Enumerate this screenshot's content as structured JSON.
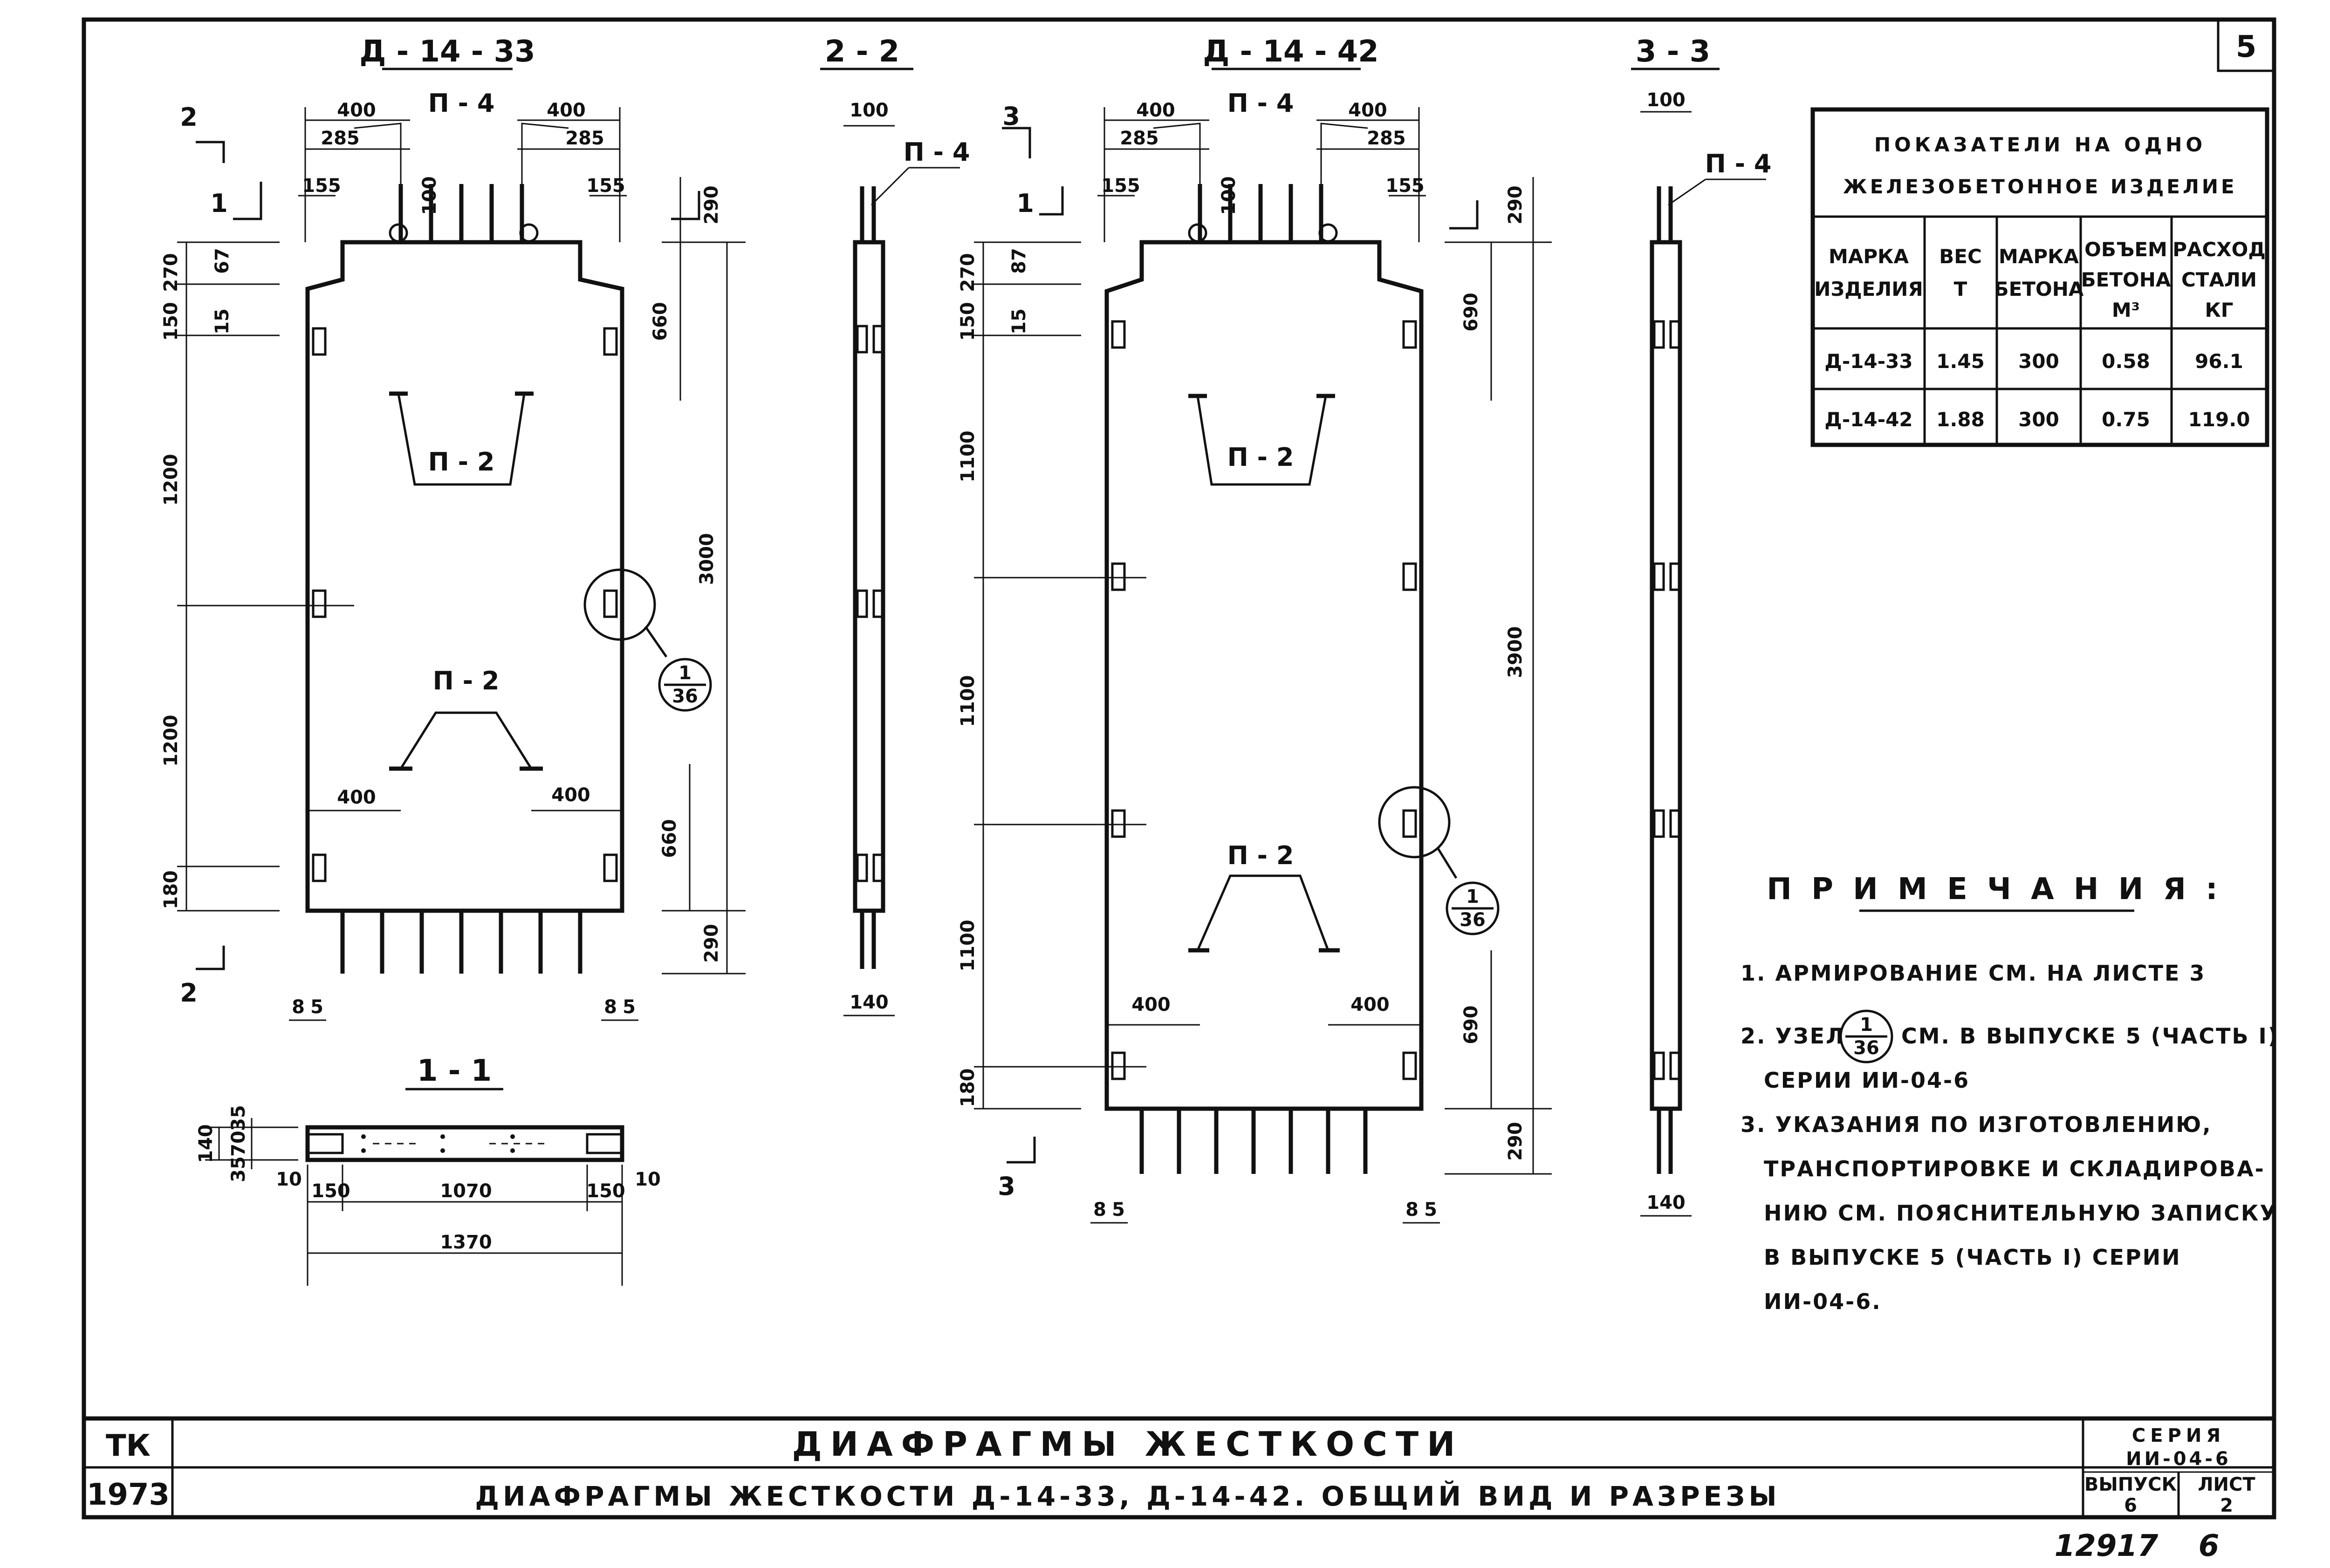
{
  "sheet": {
    "page_number": "5",
    "title_main": "ДИАФРАГМЫ ЖЕСТКОСТИ",
    "title_sub": "ДИАФРАГМЫ ЖЕСТКОСТИ Д-14-33, Д-14-42. ОБЩИЙ ВИД И РАЗРЕЗЫ",
    "org": "ТК",
    "year": "1973",
    "series_label": "СЕРИЯ",
    "series_value": "ИИ-04-6",
    "issue_label": "ВЫПУСК",
    "issue_value": "6",
    "sheet_label": "ЛИСТ",
    "sheet_value": "2",
    "archive_number": "12917",
    "archive_copy": "6"
  },
  "views": {
    "d1433": {
      "title": "Д - 14 - 33"
    },
    "d1442": {
      "title": "Д - 14 - 42"
    },
    "s22": {
      "title": "2 - 2"
    },
    "s33": {
      "title": "3 - 3"
    },
    "s11": {
      "title": "1 - 1"
    }
  },
  "marks": {
    "p4": "П - 4",
    "p2": "П - 2",
    "sec1": "1",
    "sec2": "2",
    "sec3": "3",
    "node_num": "1",
    "node_den": "36"
  },
  "dims": {
    "a400": "400",
    "a285": "285",
    "a155": "155",
    "a100": "100",
    "a290": "290",
    "a660": "660",
    "a270": "270",
    "a150": "150",
    "a67": "67",
    "a87": "87",
    "a15": "15",
    "a1200": "1200",
    "a180": "180",
    "a3000": "3000",
    "a3900": "3900",
    "a690": "690",
    "a1100": "1100",
    "a8": "8",
    "a5": "5",
    "a140": "140",
    "a35": "35",
    "a70": "70",
    "a10": "10",
    "a1070": "1070",
    "a1370": "1370"
  },
  "table": {
    "title_1": "ПОКАЗАТЕЛИ НА ОДНО",
    "title_2": "ЖЕЛЕЗОБЕТОННОЕ ИЗДЕЛИЕ",
    "headers": [
      [
        "МАРКА",
        "ИЗДЕЛИЯ"
      ],
      [
        "ВЕС",
        "Т"
      ],
      [
        "МАРКА",
        "БЕТОНА"
      ],
      [
        "ОБЪЕМ",
        "БЕТОНА",
        "М³"
      ],
      [
        "РАСХОД",
        "СТАЛИ",
        "КГ"
      ]
    ],
    "rows": [
      [
        "Д-14-33",
        "1.45",
        "300",
        "0.58",
        "96.1"
      ],
      [
        "Д-14-42",
        "1.88",
        "300",
        "0.75",
        "119.0"
      ]
    ]
  },
  "notes": {
    "heading": "П Р И М Е Ч А Н И Я :",
    "n1": "1. АРМИРОВАНИЕ СМ. НА ЛИСТЕ 3",
    "n2a": "2. УЗЕЛ",
    "n2b": "СМ. В ВЫПУСКЕ 5 (ЧАСТЬ I)",
    "n2c": "СЕРИИ ИИ-04-6",
    "n3a": "3. УКАЗАНИЯ ПО ИЗГОТОВЛЕНИЮ,",
    "n3b": "ТРАНСПОРТИРОВКЕ И СКЛАДИРОВА-",
    "n3c": "НИЮ СМ. ПОЯСНИТЕЛЬНУЮ ЗАПИСКУ",
    "n3d": "В ВЫПУСКЕ 5 (ЧАСТЬ I) СЕРИИ",
    "n3e": "ИИ-04-6."
  }
}
